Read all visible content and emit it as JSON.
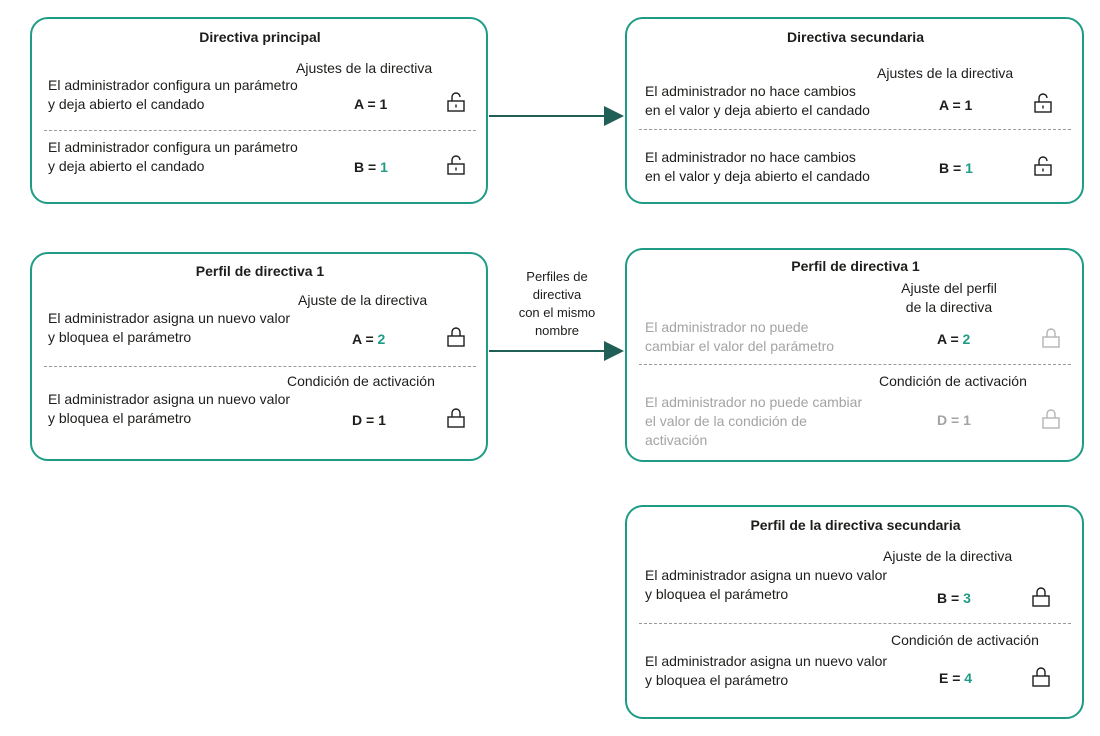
{
  "boxes": {
    "main": {
      "title": "Directiva principal",
      "section_label": "Ajustes de la directiva",
      "row1_desc_1": "El administrador configura un parámetro",
      "row1_desc_2": "y deja abierto el candado",
      "row1_val_prefix": "A = ",
      "row1_val_num": "1",
      "row2_desc_1": "El administrador configura un parámetro",
      "row2_desc_2": "y deja abierto el candado",
      "row2_val_prefix": "B = ",
      "row2_val_num": "1"
    },
    "secondary": {
      "title": "Directiva secundaria",
      "section_label": "Ajustes de la directiva",
      "row1_desc_1": "El administrador no hace cambios",
      "row1_desc_2": "en el valor y deja abierto el candado",
      "row1_val_prefix": "A = ",
      "row1_val_num": "1",
      "row2_desc_1": "El administrador no hace cambios",
      "row2_desc_2": "en el valor y deja abierto el candado",
      "row2_val_prefix": "B = ",
      "row2_val_num": "1"
    },
    "profile_left": {
      "title": "Perfil de directiva 1",
      "section1_label": "Ajuste de la directiva",
      "row1_desc_1": "El administrador asigna un nuevo valor",
      "row1_desc_2": "y bloquea el parámetro",
      "row1_val_prefix": "A = ",
      "row1_val_num": "2",
      "section2_label": "Condición de activación",
      "row2_desc_1": "El administrador asigna un nuevo valor",
      "row2_desc_2": "y bloquea el parámetro",
      "row2_val_prefix": "D = ",
      "row2_val_num": "1"
    },
    "profile_right": {
      "title": "Perfil de directiva 1",
      "section1_label_1": "Ajuste del perfil",
      "section1_label_2": "de la directiva",
      "row1_desc_1": "El administrador no puede",
      "row1_desc_2": "cambiar el valor del parámetro",
      "row1_val_prefix": "A = ",
      "row1_val_num": "2",
      "section2_label": "Condición de activación",
      "row2_desc_1": "El administrador no puede cambiar",
      "row2_desc_2": "el valor de la condición de",
      "row2_desc_3": "activación",
      "row2_val_prefix": "D = ",
      "row2_val_num": "1"
    },
    "secondary_profile": {
      "title": "Perfil de la directiva secundaria",
      "section1_label": "Ajuste de la directiva",
      "row1_desc_1": "El administrador asigna un nuevo valor",
      "row1_desc_2": "y bloquea el parámetro",
      "row1_val_prefix": "B = ",
      "row1_val_num": "3",
      "section2_label": "Condición de activación",
      "row2_desc_1": "El administrador asigna un nuevo valor",
      "row2_desc_2": "y bloquea el parámetro",
      "row2_val_prefix": "E = ",
      "row2_val_num": "4"
    }
  },
  "arrow_label": {
    "line1": "Perfiles de",
    "line2": "directiva",
    "line3": "con el mismo",
    "line4": "nombre"
  },
  "icons": {
    "unlocked": "open-padlock-icon",
    "locked": "closed-padlock-icon"
  },
  "colors": {
    "accent": "#1f9c86",
    "text": "#1d1d1b",
    "muted": "#a3a3a3",
    "arrow": "#1f5f55"
  }
}
